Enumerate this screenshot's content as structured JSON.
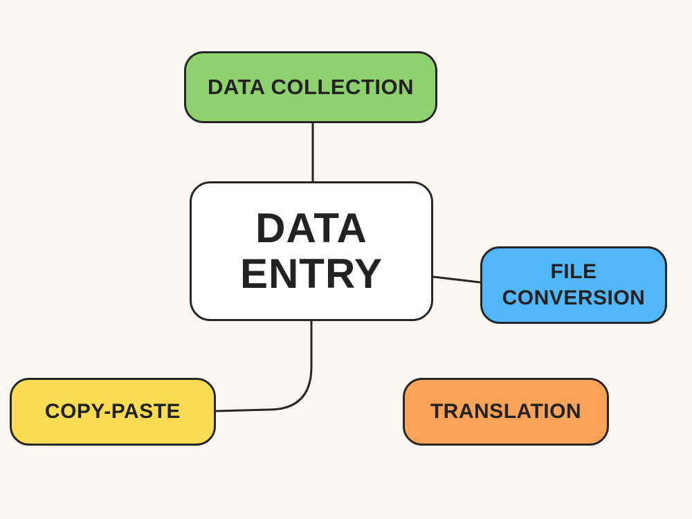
{
  "diagram": {
    "center": {
      "label": "DATA\nENTRY",
      "color": "#ffffff"
    },
    "nodes": {
      "data_collection": {
        "label": "DATA COLLECTION",
        "color": "#8fd16e"
      },
      "file_conversion": {
        "label": "FILE\nCONVERSION",
        "color": "#52b6fb"
      },
      "copy_paste": {
        "label": "COPY-PASTE",
        "color": "#fbdc52"
      },
      "translation": {
        "label": "TRANSLATION",
        "color": "#f8a357"
      }
    },
    "border_color": "#262626",
    "background_color": "#fbf8f3"
  }
}
